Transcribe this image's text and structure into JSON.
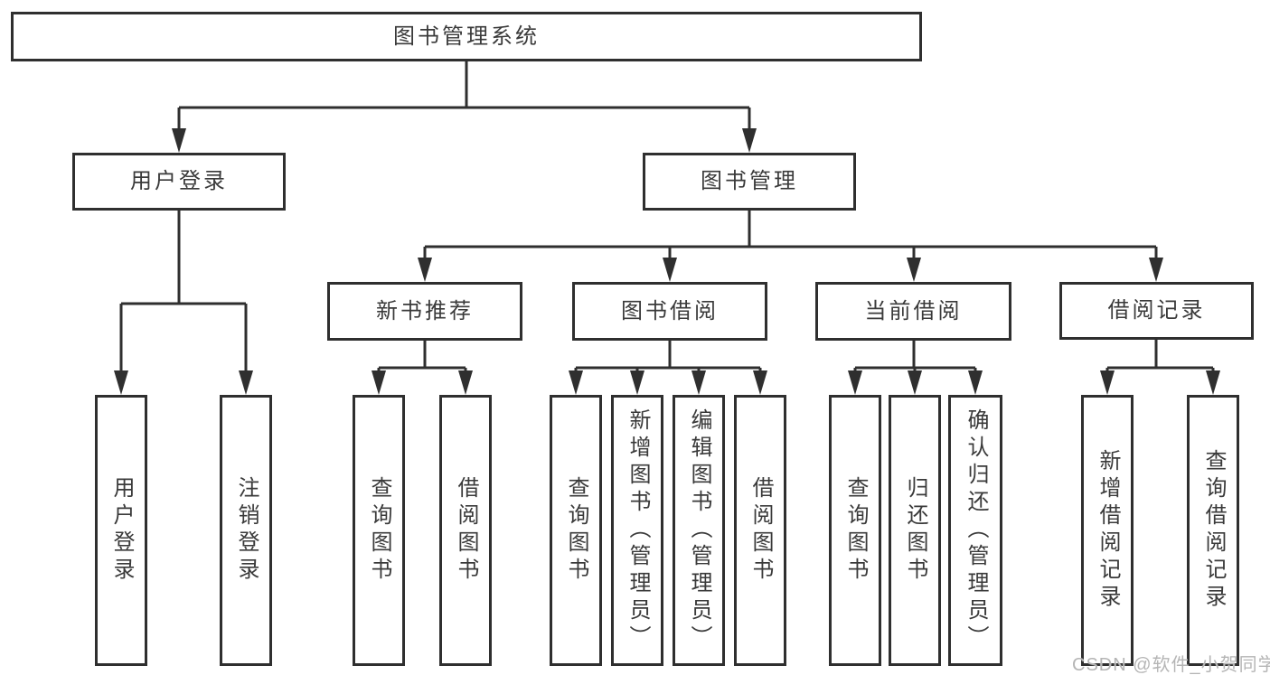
{
  "tree": {
    "label": "图书管理系统",
    "children": [
      {
        "label": "用户登录",
        "children": [
          {
            "label": "用户登录"
          },
          {
            "label": "注销登录"
          }
        ]
      },
      {
        "label": "图书管理",
        "children": [
          {
            "label": "新书推荐",
            "children": [
              {
                "label": "查询图书"
              },
              {
                "label": "借阅图书"
              }
            ]
          },
          {
            "label": "图书借阅",
            "children": [
              {
                "label": "查询图书"
              },
              {
                "label": "新增图书（管理员）"
              },
              {
                "label": "编辑图书（管理员）"
              },
              {
                "label": "借阅图书"
              }
            ]
          },
          {
            "label": "当前借阅",
            "children": [
              {
                "label": "查询图书"
              },
              {
                "label": "归还图书"
              },
              {
                "label": "确认归还（管理员）"
              }
            ]
          },
          {
            "label": "借阅记录",
            "children": [
              {
                "label": "新增借阅记录"
              },
              {
                "label": "查询借阅记录"
              }
            ]
          }
        ]
      }
    ]
  },
  "watermark": {
    "text": "CSDN @软件_小贺同学"
  },
  "colors": {
    "line": "#2f2f2f",
    "box_border": "#2f2f2f",
    "text": "#3a3a3a",
    "background": "#ffffff",
    "watermark": "#b5b5b5"
  }
}
